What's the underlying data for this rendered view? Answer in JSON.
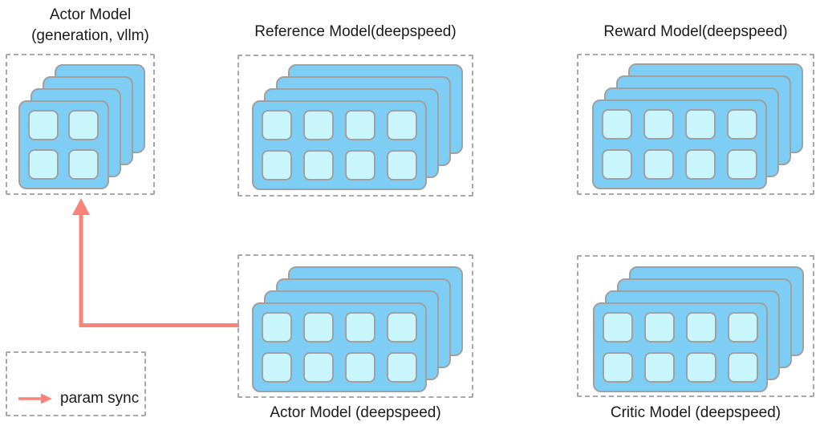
{
  "colors": {
    "background": "#ffffff",
    "card_fill": "#7dcdf4",
    "card_border": "#a0a0a0",
    "gpu_fill": "#c9f6fd",
    "gpu_border": "#a0a0a0",
    "dashed_border": "#a9a9a9",
    "arrow": "#f9827a",
    "text": "#1a1a1a"
  },
  "nodes": {
    "actor_vllm": {
      "title_line1": "Actor Model",
      "title_line2": "(generation, vllm)",
      "layers": 4,
      "gpu_rows": 2,
      "gpu_cols": 2
    },
    "reference": {
      "title": "Reference Model(deepspeed)",
      "layers": 4,
      "gpu_rows": 2,
      "gpu_cols": 4
    },
    "reward": {
      "title": "Reward Model(deepspeed)",
      "layers": 4,
      "gpu_rows": 2,
      "gpu_cols": 4
    },
    "actor_ds": {
      "title": "Actor Model (deepspeed)",
      "layers": 4,
      "gpu_rows": 2,
      "gpu_cols": 4
    },
    "critic": {
      "title": "Critic Model (deepspeed)",
      "layers": 4,
      "gpu_rows": 2,
      "gpu_cols": 4
    }
  },
  "param_sync_arrow": {
    "from": "Actor Model (deepspeed)",
    "to": "Actor Model (generation, vllm)"
  },
  "legend": {
    "label": "param sync"
  }
}
